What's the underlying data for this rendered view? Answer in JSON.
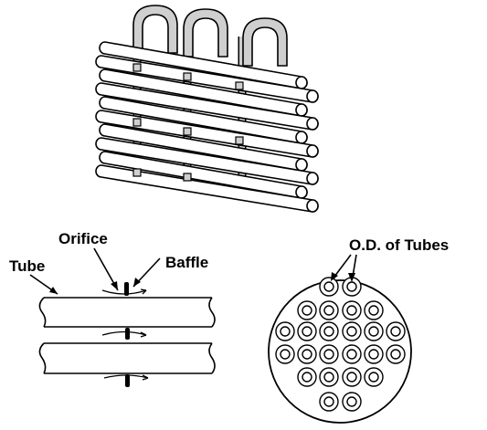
{
  "labels": {
    "orifice": "Orifice",
    "tube": "Tube",
    "baffle": "Baffle",
    "od_of_tubes": "O.D. of Tubes"
  },
  "icons": {
    "bundle": "rod-baffle-tube-bundle-illustration",
    "flow": "flow-through-orifice-schematic",
    "cross_section": "tube-layout-cross-section"
  },
  "colors": {
    "ink": "#000000",
    "paper": "#ffffff",
    "shade": "#cfcfcf"
  }
}
